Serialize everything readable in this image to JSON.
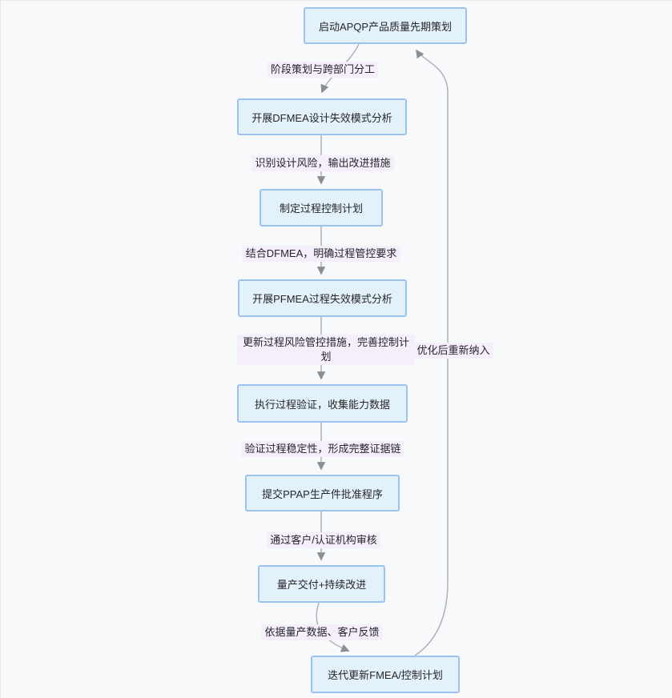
{
  "diagram": {
    "type": "flowchart",
    "direction": "top-down",
    "nodes": [
      {
        "label": "启动APQP产品质量先期策划"
      },
      {
        "label": "开展DFMEA设计失效模式分析"
      },
      {
        "label": "制定过程控制计划"
      },
      {
        "label": "开展PFMEA过程失效模式分析"
      },
      {
        "label": "执行过程验证，收集能力数据"
      },
      {
        "label": "提交PPAP生产件批准程序"
      },
      {
        "label": "量产交付+持续改进"
      },
      {
        "label": "迭代更新FMEA/控制计划"
      }
    ],
    "edges": [
      {
        "from": 0,
        "to": 1,
        "label": "阶段策划与跨部门分工"
      },
      {
        "from": 1,
        "to": 2,
        "label": "识别设计风险，输出改进措施"
      },
      {
        "from": 2,
        "to": 3,
        "label": "结合DFMEA，明确过程管控要求"
      },
      {
        "from": 3,
        "to": 4,
        "label": "更新过程风险管控措施，完善控制计划"
      },
      {
        "from": 4,
        "to": 5,
        "label": "验证过程稳定性，形成完整证据链"
      },
      {
        "from": 5,
        "to": 6,
        "label": "通过客户/认证机构审核"
      },
      {
        "from": 6,
        "to": 7,
        "label": "依据量产数据、客户反馈"
      },
      {
        "from": 7,
        "to": 0,
        "label": "优化后重新纳入"
      }
    ],
    "colors": {
      "canvas_bg": "#f8f9fa",
      "node_fill": "#e3f1fb",
      "node_border": "#9cc2f0",
      "edge_line": "#aeb1b6",
      "arrow": "#8b8e93",
      "label_bg": "#f5effc",
      "text": "#262629"
    }
  }
}
